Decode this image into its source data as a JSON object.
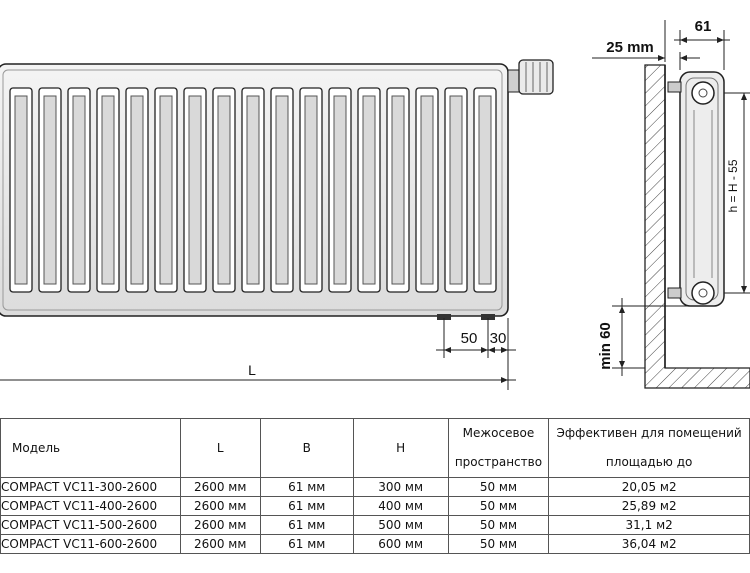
{
  "dimensions": {
    "depth_label": "25 mm",
    "width_label": "61",
    "axis_height_label": "h = H - 55",
    "min_floor_label": "min 60",
    "length_label": "L",
    "outlet_offset_label": "50",
    "outlet_edge_label": "30"
  },
  "table": {
    "headers": {
      "model": "Модель",
      "l": "L",
      "b": "B",
      "h": "H",
      "spacing_line1": "Межосевое",
      "spacing_line2": "пространство",
      "effective_line1": "Эффективен для помещений",
      "effective_line2": "площадью до"
    },
    "rows": [
      {
        "model": "COMPACT VC11-300-2600",
        "l": "2600 мм",
        "b": "61 мм",
        "h": "300 мм",
        "spacing": "50 мм",
        "area": "20,05 м2"
      },
      {
        "model": "COMPACT VC11-400-2600",
        "l": "2600 мм",
        "b": "61 мм",
        "h": "400 мм",
        "spacing": "50 мм",
        "area": "25,89 м2"
      },
      {
        "model": "COMPACT VC11-500-2600",
        "l": "2600 мм",
        "b": "61 мм",
        "h": "500 мм",
        "spacing": "50 мм",
        "area": "31,1 м2"
      },
      {
        "model": "COMPACT VC11-600-2600",
        "l": "2600 мм",
        "b": "61 мм",
        "h": "600 мм",
        "spacing": "50 мм",
        "area": "36,04 м2"
      }
    ]
  }
}
